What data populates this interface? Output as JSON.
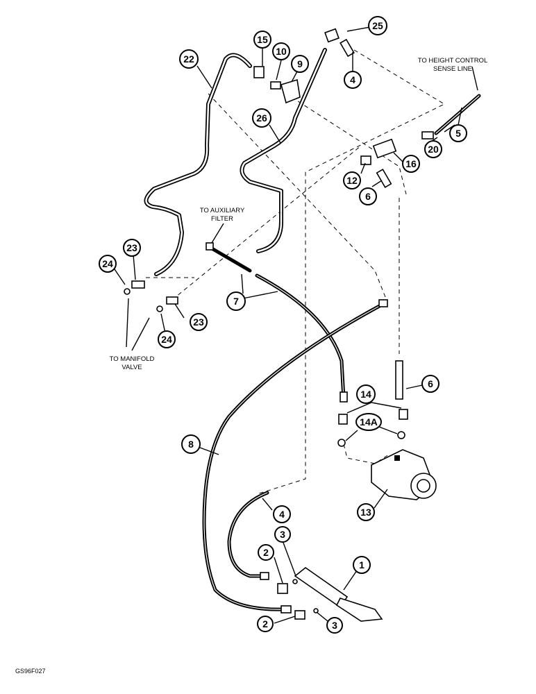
{
  "callouts": [
    "1",
    "2",
    "2",
    "3",
    "3",
    "4",
    "4",
    "5",
    "6",
    "6",
    "7",
    "8",
    "9",
    "10",
    "12",
    "13",
    "14",
    "14A",
    "15",
    "16",
    "20",
    "22",
    "23",
    "23",
    "24",
    "24",
    "25",
    "26"
  ],
  "labels": {
    "height_control_1": "TO HEIGHT CONTROL",
    "height_control_2": "SENSE LINE",
    "aux_filter_1": "TO AUXILIARY",
    "aux_filter_2": "FILTER",
    "manifold_1": "TO MANIFOLD",
    "manifold_2": "VALVE"
  },
  "figure_id": "GS96F027"
}
